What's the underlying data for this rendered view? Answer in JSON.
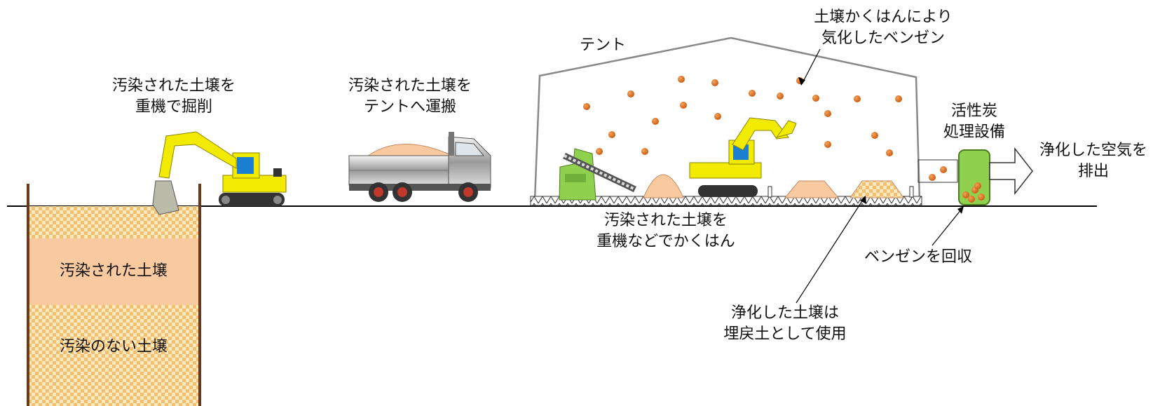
{
  "labels": {
    "excavate_line1": "汚染された土壌を",
    "excavate_line2": "重機で掘削",
    "transport_line1": "汚染された土壌を",
    "transport_line2": "テントへ運搬",
    "tent": "テント",
    "benzene_line1": "土壌かくはんにより",
    "benzene_line2": "気化したベンゼン",
    "carbon_line1": "活性炭",
    "carbon_line2": "処理設備",
    "air_line1": "浄化した空気を",
    "air_line2": "排出",
    "stir_line1": "汚染された土壌を",
    "stir_line2": "重機などでかくはん",
    "recover": "ベンゼンを回収",
    "reuse_line1": "浄化した土壌は",
    "reuse_line2": "埋戻土として使用",
    "pit_contaminated": "汚染された土壌",
    "pit_clean": "汚染のない土壌"
  },
  "colors": {
    "contaminated_soil": "#f9c9a0",
    "checker_light": "#fde9c0",
    "checker_dark": "#f4c070",
    "excavator_yellow": "#f2ea00",
    "benzene_dot": "#e07a20",
    "filter_green": "#8fd14f",
    "pit_wall": "#6b3a1a"
  }
}
